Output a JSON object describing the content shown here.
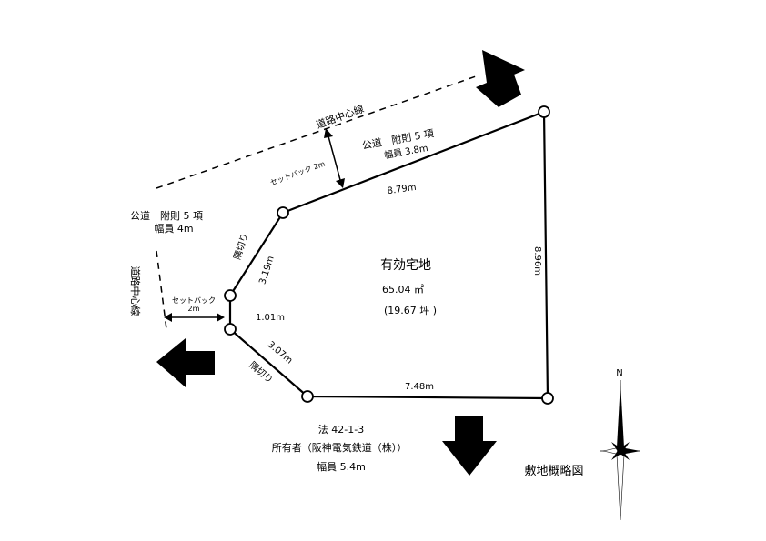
{
  "area": {
    "title": "有効宅地",
    "sqm": "65.04 ㎡",
    "tsubo": "(19.67 坪 )"
  },
  "edges": {
    "top": "8.79m",
    "right": "8.96m",
    "bottom": "7.48m",
    "upper_left": "3.19m",
    "lower_left": "3.07m",
    "short_left": "1.01m"
  },
  "corner_cut_upper": "隅切り",
  "corner_cut_lower": "隅切り",
  "roads": {
    "north": {
      "centerline": "道路中心線",
      "type": "公道　附則 5 項",
      "width": "幅員 3.8m",
      "setback": "セットバック 2m"
    },
    "west": {
      "type": "公道　附則 5 項",
      "width": "幅員 4m",
      "centerline": "道路中心線",
      "setback_line1": "セットバック",
      "setback_line2": "2m"
    },
    "south": {
      "law": "法 42-1-3",
      "owner": "所有者（阪神電気鉄道（株））",
      "width": "幅員 5.4m"
    }
  },
  "compass_north": "N",
  "diagram_title": "敷地概略図"
}
